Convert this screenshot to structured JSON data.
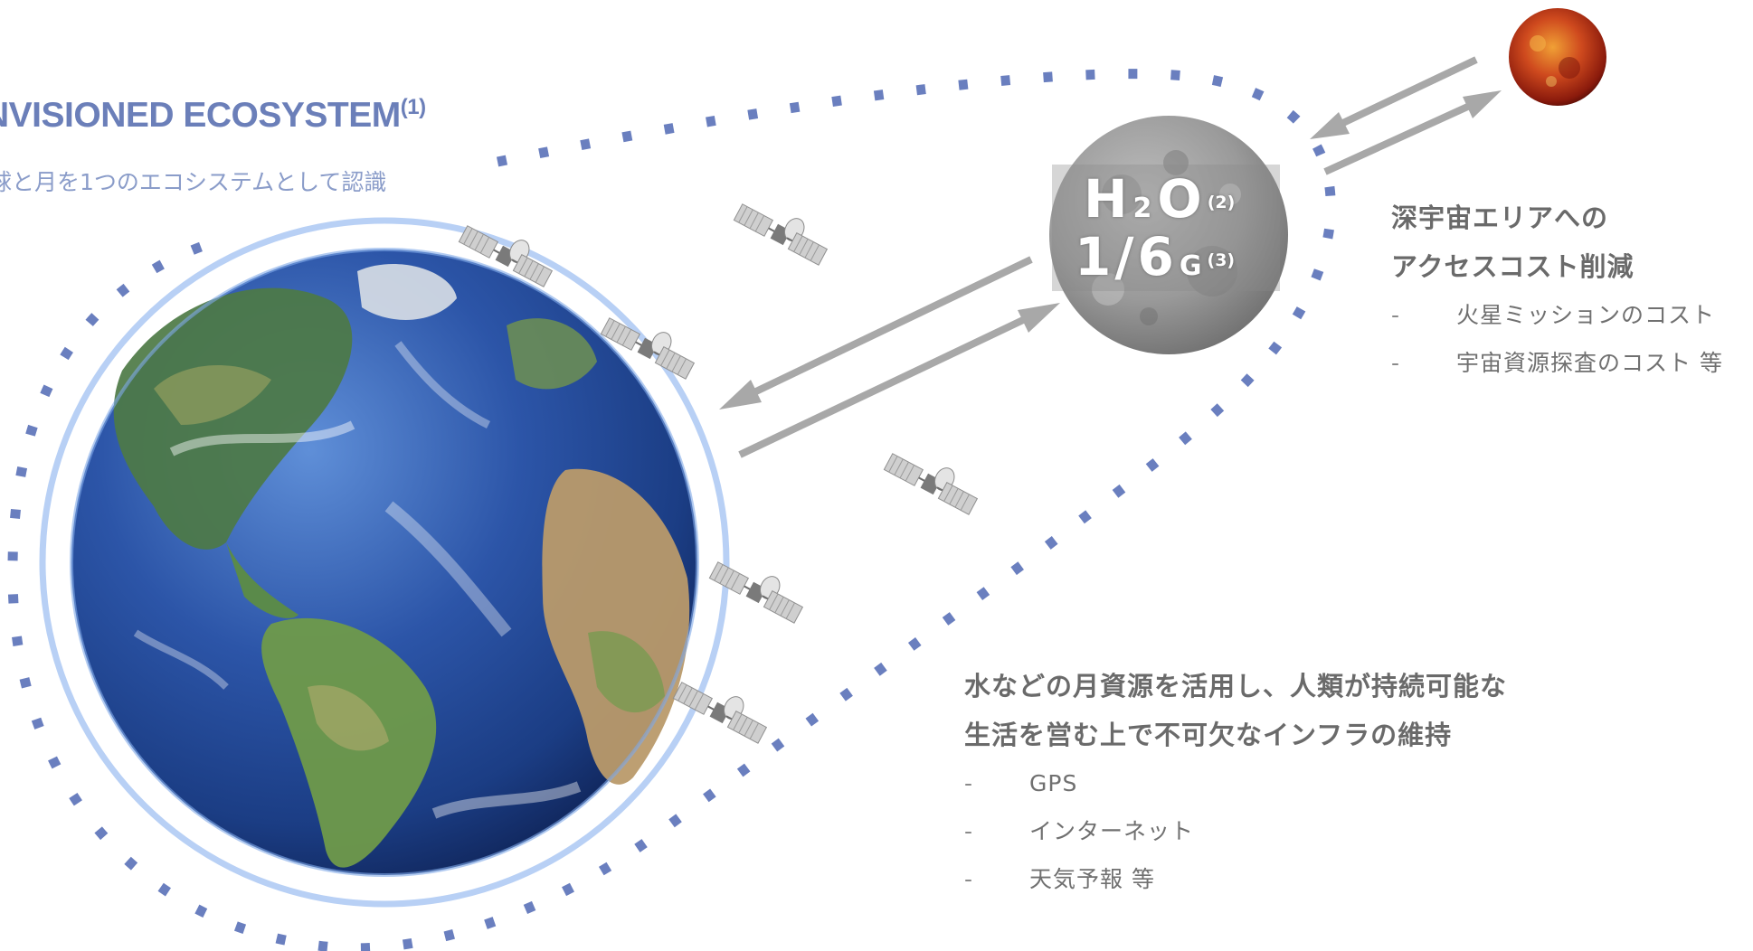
{
  "header": {
    "title": "NVISIONED ECOSYSTEM",
    "title_ref": "(1)",
    "subtitle": "球と月を1つのエコシステムとして認識"
  },
  "moon": {
    "h": "H",
    "sub2": "2",
    "o": "O",
    "h2o_ref": "(2)",
    "one": "1",
    "slash": "/",
    "six": "6",
    "g": "G",
    "g_ref": "(3)"
  },
  "deep_space": {
    "heading_line1": "深宇宙エリアへの",
    "heading_line2": "アクセスコスト削減",
    "items": [
      {
        "dash": "-",
        "text": "火星ミッションのコスト"
      },
      {
        "dash": "-",
        "text": "宇宙資源探査のコスト 等"
      }
    ]
  },
  "infrastructure": {
    "heading_line1": "水などの月資源を活用し、人類が持続可能な",
    "heading_line2": "生活を営む上で不可欠なインフラの維持",
    "items": [
      {
        "dash": "-",
        "text": "GPS"
      },
      {
        "dash": "-",
        "text": "インターネット"
      },
      {
        "dash": "-",
        "text": "天気予報 等"
      }
    ]
  },
  "colors": {
    "accent_blue": "#6b7fb9",
    "dotted_border": "#6a7fbf",
    "earth_ring": "#b8d0f5",
    "arrow_gray": "#a8a8a8",
    "mars": "#c0391b"
  },
  "icons": [
    "earth-globe-icon",
    "moon-icon",
    "mars-icon",
    "satellite-icon"
  ]
}
